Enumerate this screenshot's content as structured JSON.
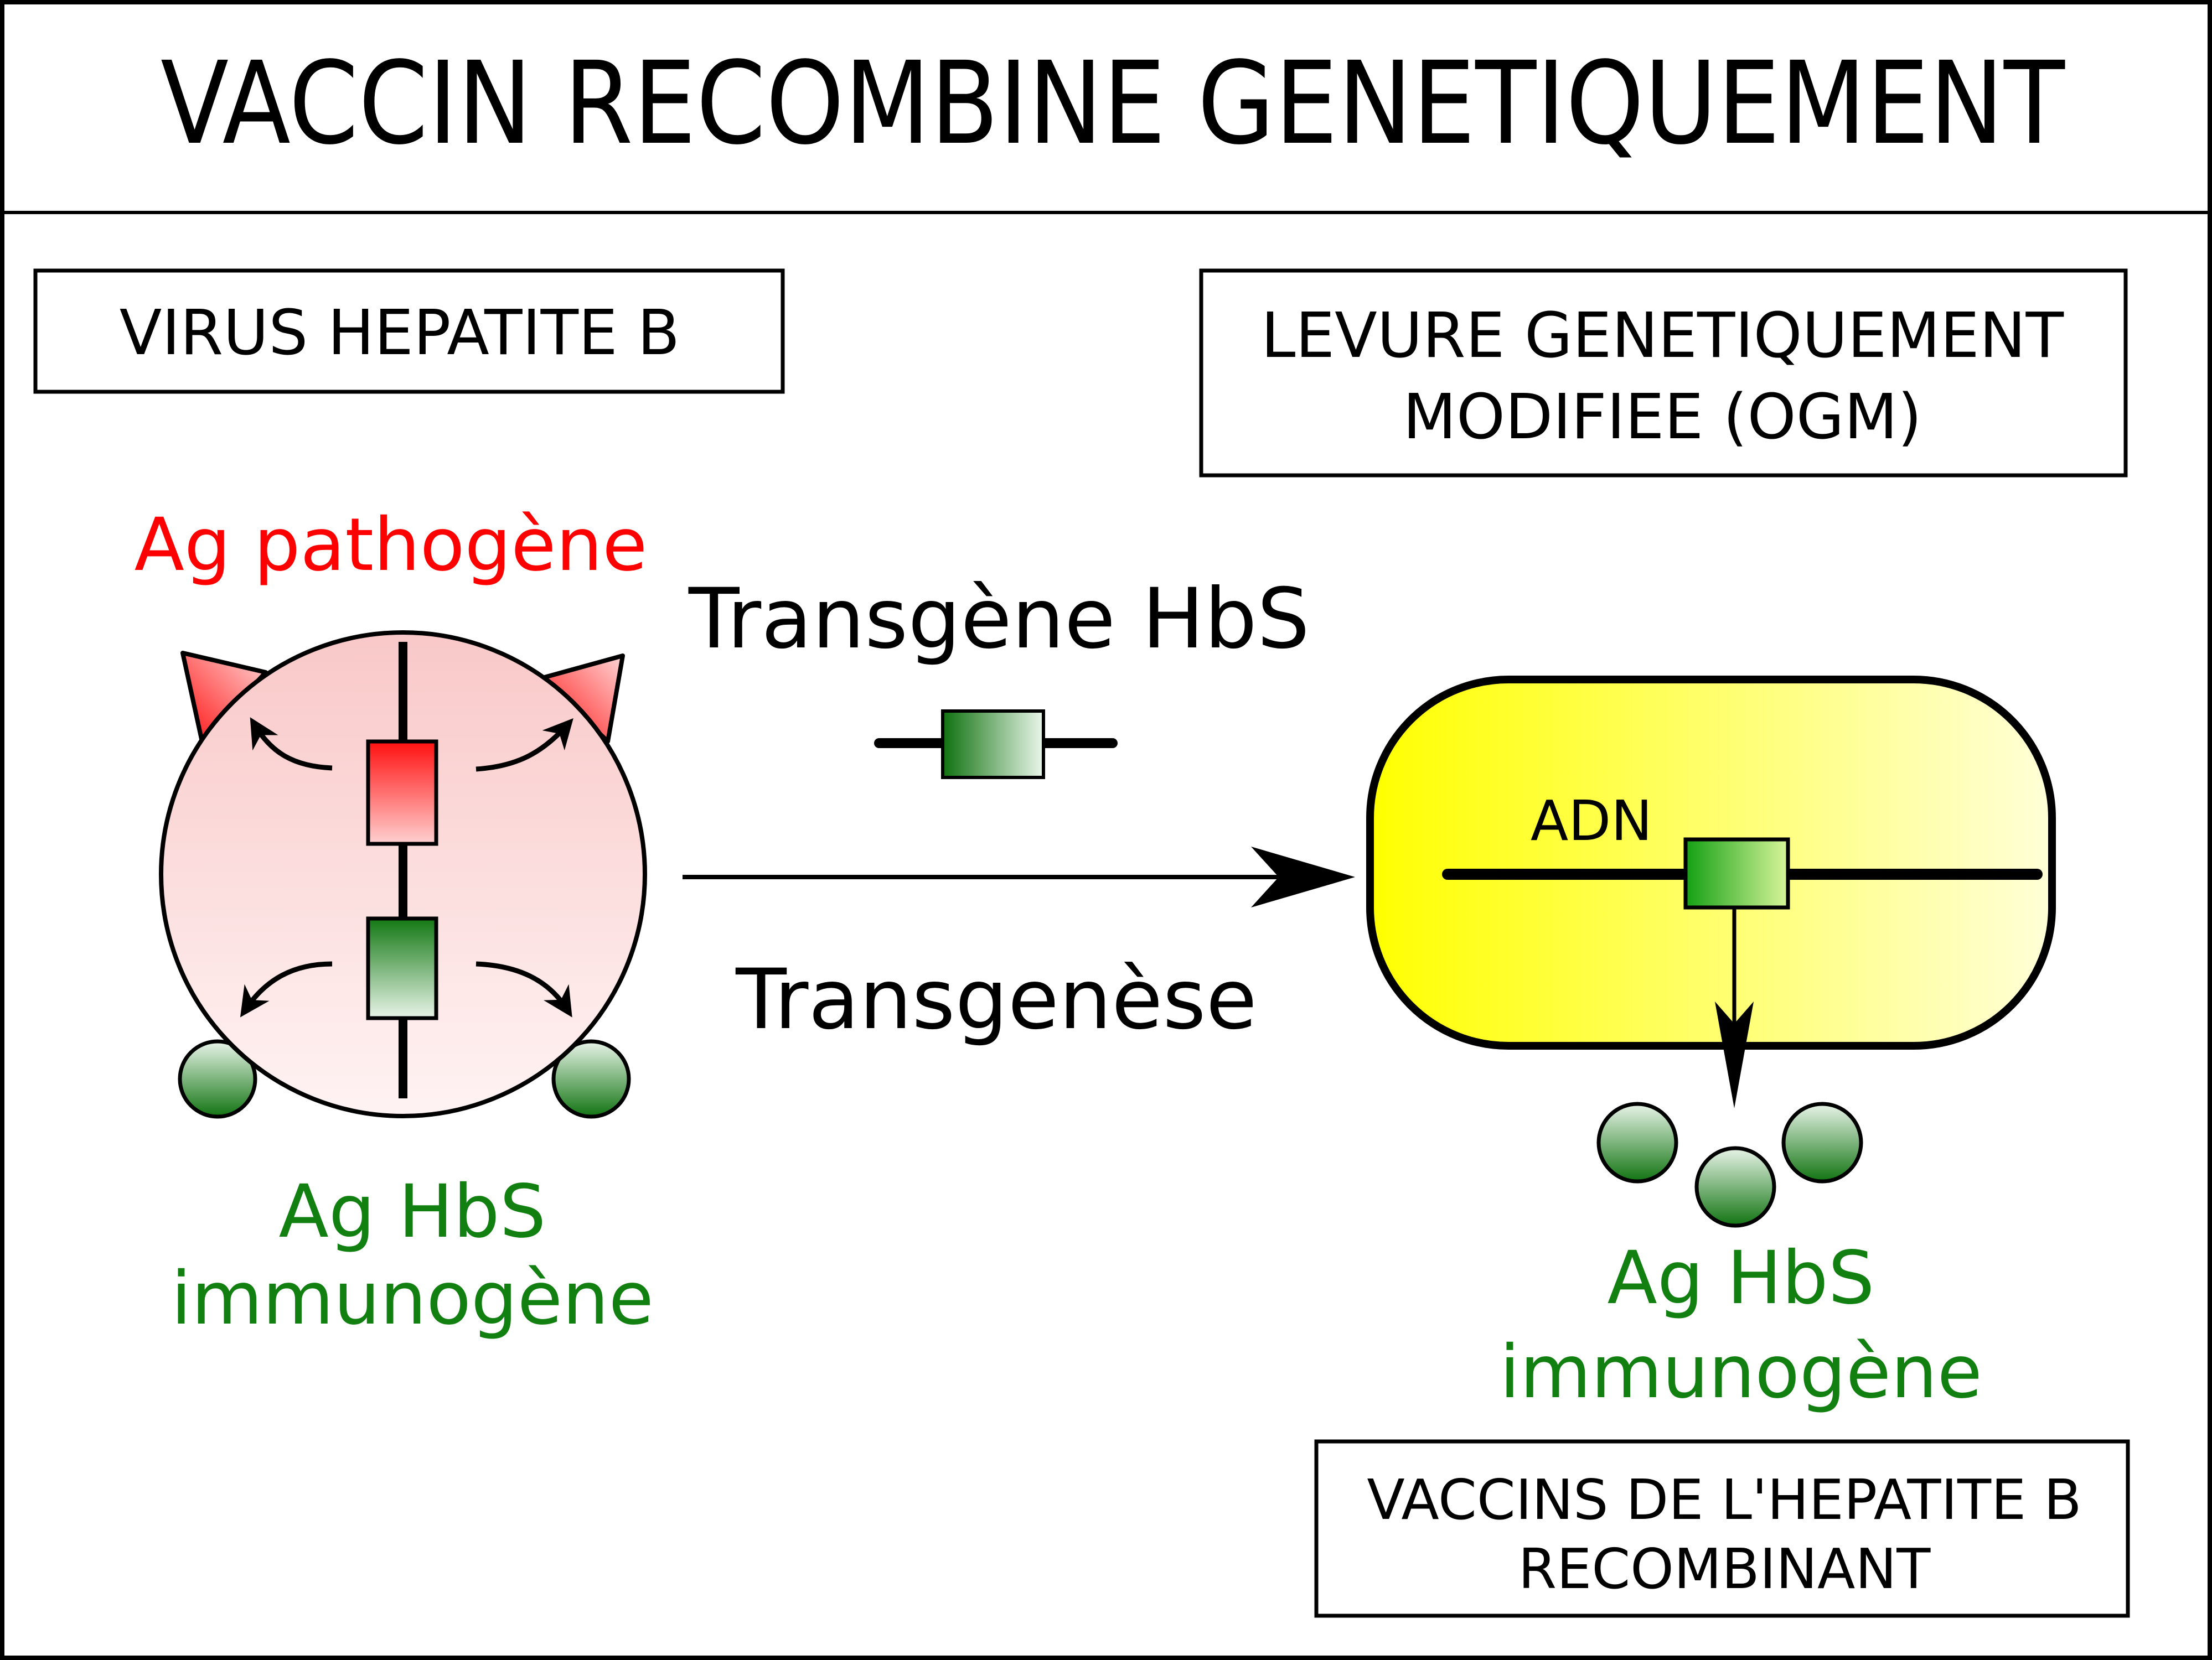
{
  "title": "VACCIN RECOMBINE GENETIQUEMENT",
  "boxes": {
    "virus": "VIRUS HEPATITE B",
    "levure_line1": "LEVURE GENETIQUEMENT",
    "levure_line2": "MODIFIEE (OGM)",
    "vaccins_line1": "VACCINS DE L'HEPATITE B",
    "vaccins_line2": "RECOMBINANT"
  },
  "labels": {
    "ag_pathogene": "Ag pathogène",
    "transgene": "Transgène HbS",
    "transgenese": "Transgenèse",
    "adn": "ADN",
    "left_hbs_line1": "Ag HbS",
    "left_hbs_line2": "immunogène",
    "right_hbs_line1": "Ag HbS",
    "right_hbs_line2": "immunogène"
  },
  "colors": {
    "pathogen_red": "#ff1a1a",
    "immunogen_green": "#1a7a1a",
    "text_red": "#ff0000",
    "text_green": "#118011",
    "yeast_yellow": "#ffff1a"
  }
}
